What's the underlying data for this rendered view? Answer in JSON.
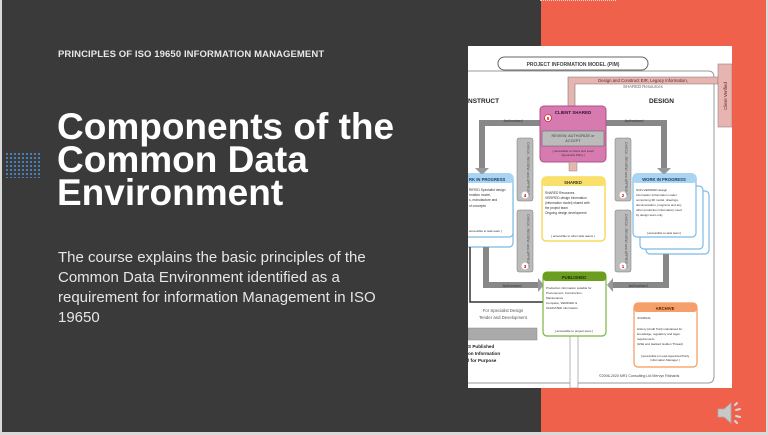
{
  "slide": {
    "kicker": "PRINCIPLES OF ISO 19650 INFORMATION MANAGEMENT",
    "title_lines": [
      "Components of the",
      "Common Data",
      "Environment"
    ],
    "body": "The course explains the basic principles of the Common Data Environment identified as a requirement for information Management in ISO 19650",
    "colors": {
      "dark_panel": "#3a3a3a",
      "accent": "#f0614b",
      "dots": "#4a8fd6"
    }
  },
  "diagram": {
    "pim": "PROJECT INFORMATION MODEL (PIM)",
    "band": "Design and Construct EIR, Legacy Information,",
    "band2": "SHARED Resources",
    "client_verified": "Client Verified",
    "construct": "NSTRUCT",
    "design": "DESIGN",
    "client_shared": {
      "title": "CLIENT SHARED",
      "num": "5",
      "review": "REVIEW, AUTHORIZE or",
      "review2": "ACCEPT",
      "note": "[ accessible to Client and Lead",
      "note2": "Appointed Party ]"
    },
    "authorized": "Authorised",
    "check": "CHECK, REVIEW and APPROVE",
    "nums": [
      "4",
      "2",
      "3",
      "1"
    ],
    "wip_left": {
      "title": "RK IN PROGRESS",
      "lines": [
        "RIFIED Specialist design",
        "rmation model,",
        "s, manufacture and",
        "nt concepts"
      ],
      "note": "accessible to task team ]"
    },
    "wip_right": {
      "title": "WORK IN PROGRESS",
      "lines": [
        "NON-VERIFIED design",
        "information (information model",
        "comprising 3D model, drawings,",
        "documentation, programs and any",
        "other production information) used",
        "by design team only"
      ],
      "note": "[ accessible to task team ]"
    },
    "shared": {
      "title": "SHARED",
      "lines": [
        "SHARED Resources",
        "VERIFIED design information",
        "(information model) shared with",
        "the project team",
        "Ongoing design development"
      ],
      "note": "[ accessible to other task teams ]"
    },
    "published": {
      "title": "PUBLISHED",
      "lines": [
        "Production information suitable for",
        "Procurement, Construction,",
        "Maintenance",
        "Complete, VERIFIED &",
        "VALIDATED information"
      ],
      "note": "[ accessible to project team ]"
    },
    "archive": {
      "title": "ARCHIVE",
      "lines": [
        "JOURNAL",
        "",
        "History (Audit Trail) maintained for",
        "knowledge, regulatory and legal",
        "requirements",
        "(HSE and Hackett Golden Thread)"
      ],
      "note": "[ accessible to Lead Appointed Party",
      "note2": "Information Manager ]"
    },
    "specialist": [
      "For Specialist Design",
      "Tender and Development"
    ],
    "left_bold": [
      "S Published",
      "on Information",
      "l for Purpose"
    ],
    "copyright": "©2006-2020 MR1 Consulting Ltd Mervyn Richards"
  },
  "audio": {
    "icon": "speaker-icon"
  }
}
